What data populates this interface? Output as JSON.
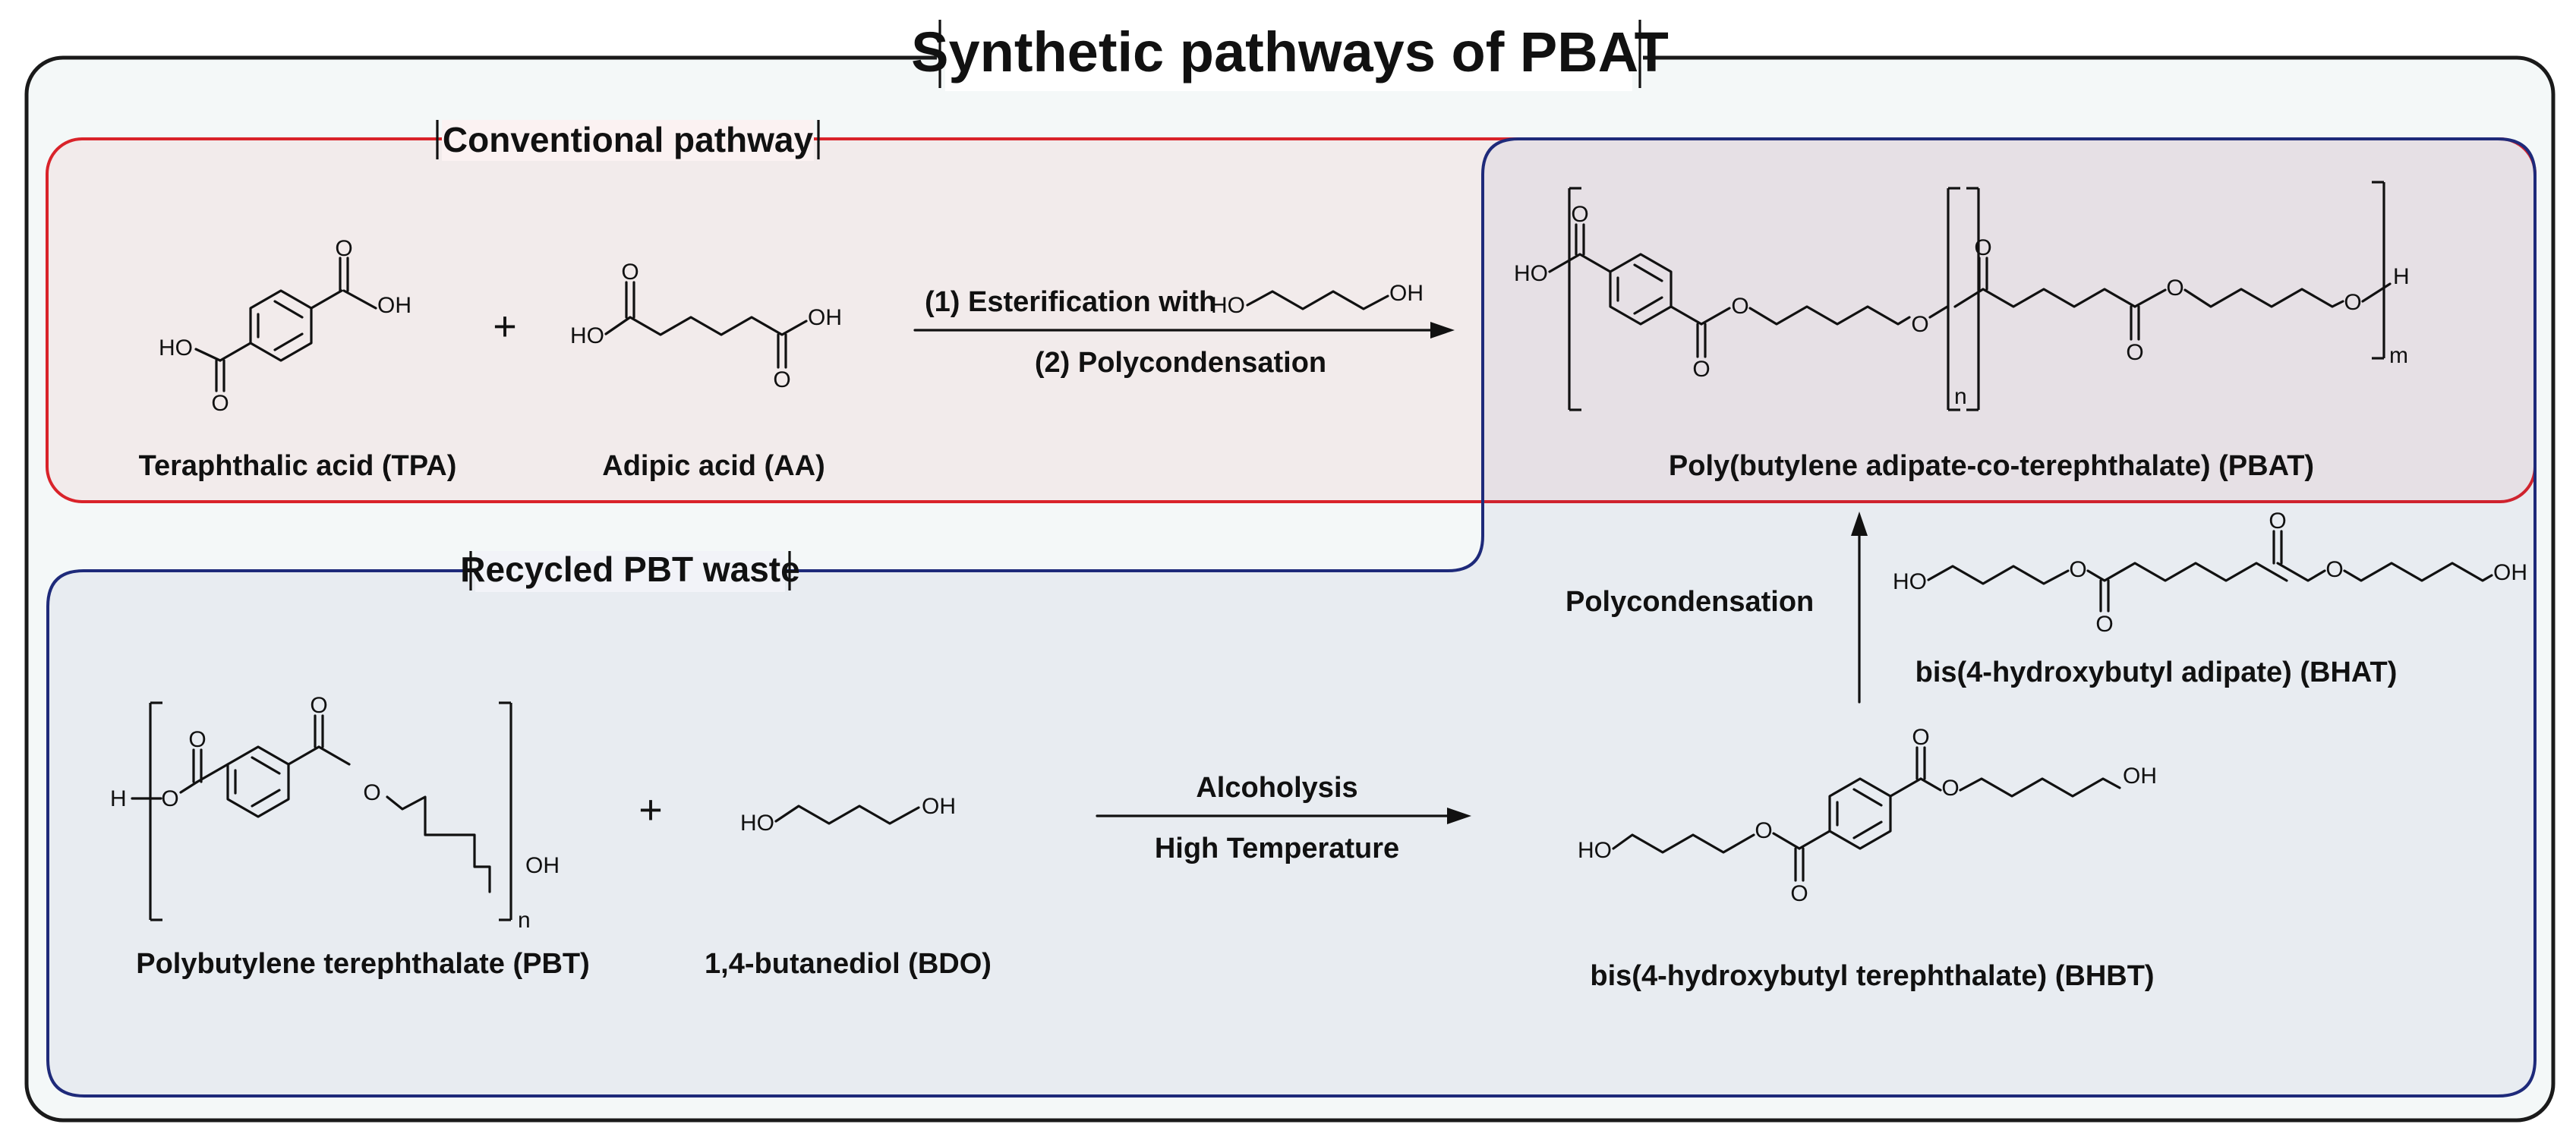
{
  "title": "Synthetic pathways of PBAT",
  "colors": {
    "conventional": "#d9232a",
    "recycled": "#1e2a7a",
    "outer": "#1a1a1a"
  },
  "conventional": {
    "heading": "Conventional pathway",
    "tpa_label": "Teraphthalic acid (TPA)",
    "aa_label": "Adipic acid (AA)",
    "plus": "+",
    "step1": "(1) Esterification with",
    "step2": "(2) Polycondensation"
  },
  "recycled": {
    "heading": "Recycled PBT waste",
    "pbt_label": "Polybutylene terephthalate (PBT)",
    "bdo_label": "1,4-butanediol (BDO)",
    "plus": "+",
    "alcoholysis": "Alcoholysis",
    "high_temp": "High Temperature",
    "bhbt_label": "bis(4-hydroxybutyl terephthalate) (BHBT)",
    "polycondensation": "Polycondensation",
    "bhat_label": "bis(4-hydroxybutyl adipate)  (BHAT)"
  },
  "product": {
    "label": "Poly(butylene adipate-co-terephthalate) (PBAT)",
    "sub_n": "n",
    "sub_m": "m"
  },
  "atoms": {
    "ho": "HO",
    "oh": "OH",
    "o": "O",
    "h": "H"
  }
}
